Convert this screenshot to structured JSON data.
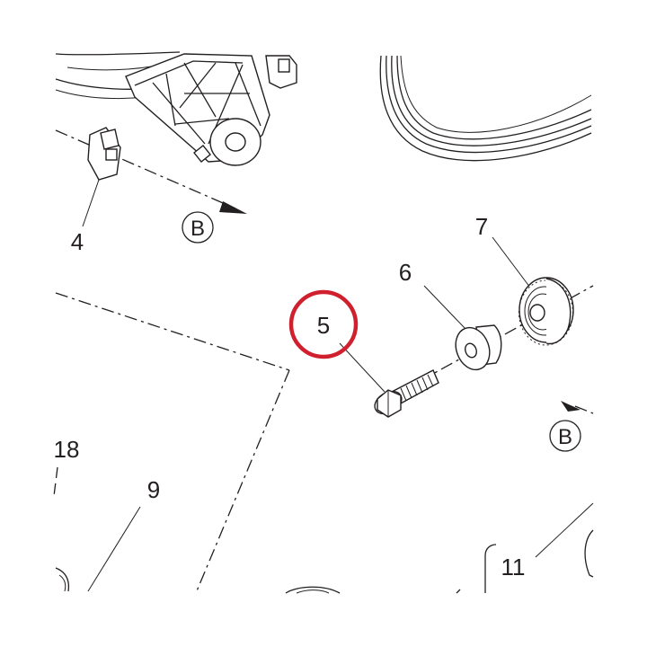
{
  "labels": {
    "part_4": "4",
    "part_5": "5",
    "part_6": "6",
    "part_7": "7",
    "part_9": "9",
    "part_11": "11",
    "part_18": "18"
  },
  "callouts": {
    "view_b_left": "B",
    "view_b_right": "B"
  },
  "colors": {
    "line": "#231f20",
    "highlight_ring": "#d0202e",
    "background": "#ffffff"
  }
}
